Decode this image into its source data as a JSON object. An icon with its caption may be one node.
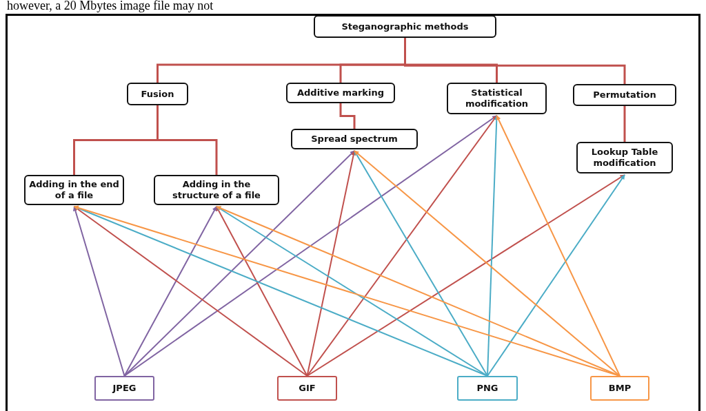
{
  "diagram": {
    "nodes": [
      {
        "text": [
          "Steganographic methods"
        ]
      },
      {
        "text": [
          "Fusion"
        ]
      },
      {
        "text": [
          "Additive marking"
        ]
      },
      {
        "text": [
          "Statistical modification"
        ]
      },
      {
        "text": [
          "Permutation"
        ]
      },
      {
        "text": [
          "Spread spectrum"
        ]
      },
      {
        "text": [
          "Lookup Table modification"
        ]
      },
      {
        "text": [
          "Adding in the end of a file"
        ]
      },
      {
        "text": [
          "Adding in the structure of a file"
        ]
      },
      {
        "text": [
          "JPEG"
        ]
      },
      {
        "text": [
          "GIF"
        ]
      },
      {
        "text": [
          "PNG"
        ]
      },
      {
        "text": [
          "BMP"
        ]
      }
    ],
    "edges": [
      {
        "from": 0,
        "to": 1,
        "arrow": "none"
      },
      {
        "from": 0,
        "to": 2,
        "arrow": "none"
      },
      {
        "from": 0,
        "to": 3,
        "arrow": "none"
      },
      {
        "from": 0,
        "to": 4,
        "arrow": "none"
      },
      {
        "from": 1,
        "to": 7,
        "arrow": "none"
      },
      {
        "from": 1,
        "to": 8,
        "arrow": "none"
      },
      {
        "from": 2,
        "to": 5,
        "arrow": "none"
      },
      {
        "from": 4,
        "to": 6,
        "arrow": "none"
      },
      {
        "from": 9,
        "to": 7,
        "arrow": "to",
        "color": "#8064a2"
      },
      {
        "from": 9,
        "to": 8,
        "arrow": "to",
        "color": "#8064a2"
      },
      {
        "from": 9,
        "to": 5,
        "arrow": "to",
        "color": "#8064a2"
      },
      {
        "from": 9,
        "to": 3,
        "arrow": "to",
        "color": "#8064a2"
      },
      {
        "from": 10,
        "to": 7,
        "arrow": "to"
      },
      {
        "from": 10,
        "to": 8,
        "arrow": "to"
      },
      {
        "from": 10,
        "to": 5,
        "arrow": "to"
      },
      {
        "from": 10,
        "to": 3,
        "arrow": "to"
      },
      {
        "from": 10,
        "to": 6,
        "arrow": "to"
      },
      {
        "from": 11,
        "to": 7,
        "arrow": "to",
        "color": "#4bacc6"
      },
      {
        "from": 11,
        "to": 8,
        "arrow": "to",
        "color": "#4bacc6"
      },
      {
        "from": 11,
        "to": 5,
        "arrow": "to",
        "color": "#4bacc6"
      },
      {
        "from": 11,
        "to": 3,
        "arrow": "to",
        "color": "#4bacc6"
      },
      {
        "from": 11,
        "to": 6,
        "arrow": "to",
        "color": "#4bacc6"
      },
      {
        "from": 12,
        "to": 7,
        "arrow": "to",
        "color": "#f79646"
      },
      {
        "from": 12,
        "to": 8,
        "arrow": "to",
        "color": "#f79646"
      },
      {
        "from": 12,
        "to": 5,
        "arrow": "to",
        "color": "#f79646"
      },
      {
        "from": 12,
        "to": 3,
        "arrow": "to",
        "color": "#f79646"
      }
    ],
    "labels": [
      "however, a 20 Mbytes image file may not"
    ]
  }
}
